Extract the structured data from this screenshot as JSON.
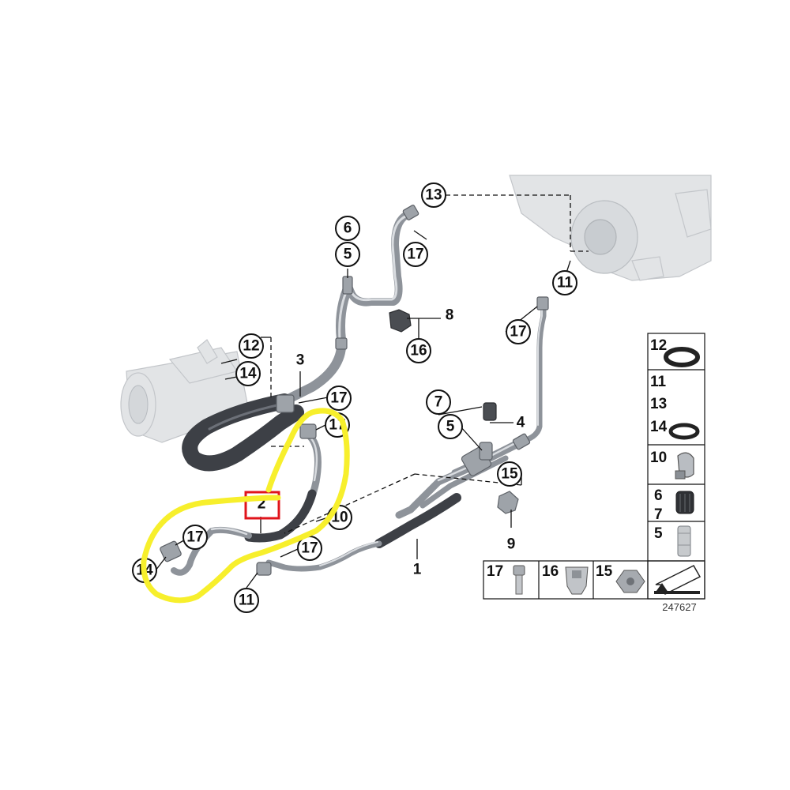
{
  "callouts": [
    {
      "id": "c13a",
      "label": "13"
    },
    {
      "id": "c17a",
      "label": "17"
    },
    {
      "id": "c6",
      "label": "6"
    },
    {
      "id": "c5a",
      "label": "5"
    },
    {
      "id": "c11a",
      "label": "11"
    },
    {
      "id": "c16",
      "label": "16"
    },
    {
      "id": "c17b",
      "label": "17"
    },
    {
      "id": "c12",
      "label": "12"
    },
    {
      "id": "c14a",
      "label": "14"
    },
    {
      "id": "c17c",
      "label": "17"
    },
    {
      "id": "c17d",
      "label": "17"
    },
    {
      "id": "c7",
      "label": "7"
    },
    {
      "id": "c5b",
      "label": "5"
    },
    {
      "id": "c15",
      "label": "15"
    },
    {
      "id": "c10",
      "label": "10"
    },
    {
      "id": "c17e",
      "label": "17"
    },
    {
      "id": "c17f",
      "label": "17"
    },
    {
      "id": "c14b",
      "label": "14"
    },
    {
      "id": "c11b",
      "label": "11"
    }
  ],
  "plain_labels": {
    "part8": "8",
    "part3": "3",
    "part4": "4",
    "part9": "9",
    "part1": "1",
    "part2": "2"
  },
  "legend_right": [
    {
      "labels": [
        "12"
      ],
      "icon": "o-ring-icon"
    },
    {
      "labels": [
        "11",
        "13",
        "14"
      ],
      "icon": "o-ring-icon"
    },
    {
      "labels": [
        "10"
      ],
      "icon": "hose-clip-icon"
    },
    {
      "labels": [
        "6",
        "7"
      ],
      "icon": "valve-cap-icon"
    },
    {
      "labels": [
        "5"
      ],
      "icon": "valve-core-icon"
    }
  ],
  "legend_bottom": [
    {
      "label": "17",
      "icon": "bolt-icon"
    },
    {
      "label": "16",
      "icon": "clip-nut-icon"
    },
    {
      "label": "15",
      "icon": "hex-nut-icon"
    },
    {
      "label": "",
      "icon": "direction-arrow-icon"
    }
  ],
  "figure_number": "247627",
  "annotation_colors": {
    "highlight": "#f7ef2c",
    "box": "#e0141b"
  }
}
